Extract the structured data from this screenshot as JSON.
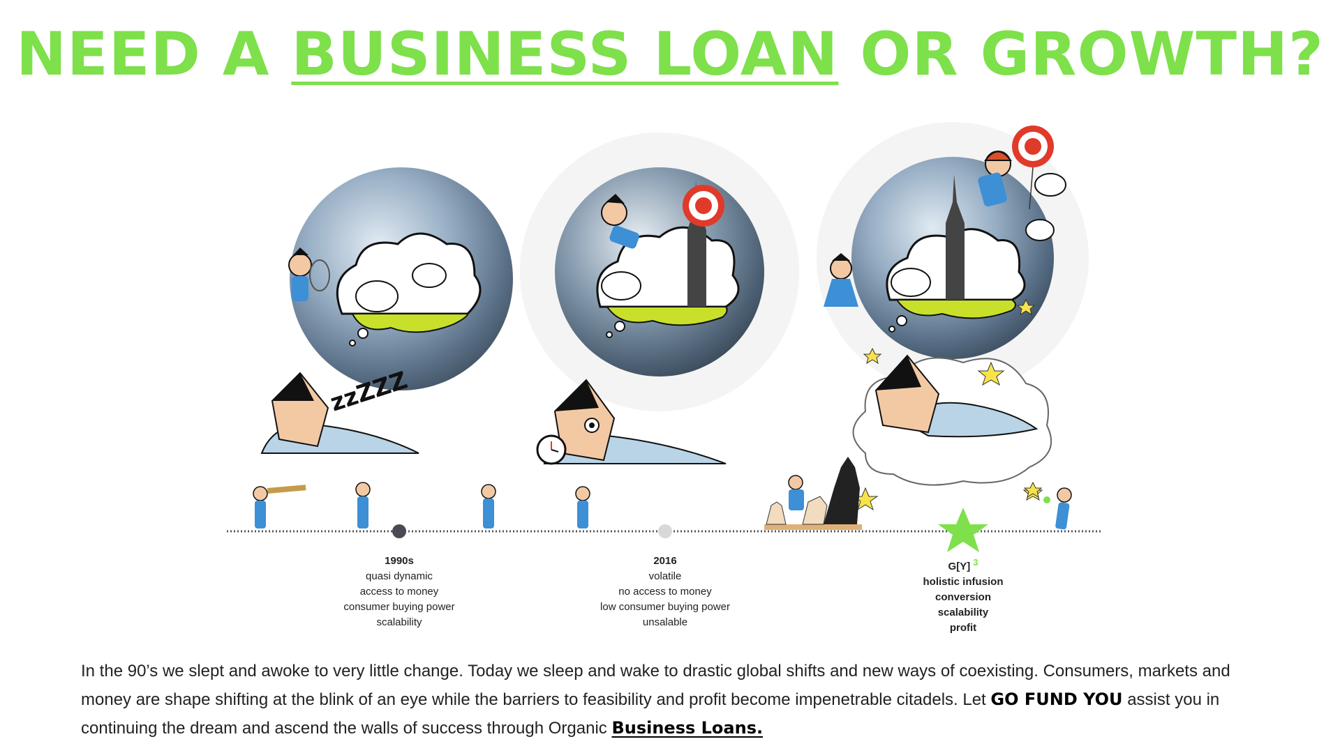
{
  "header": {
    "title_pre": "NEED A ",
    "title_link": "BUSINESS LOAN",
    "title_post": " OR GROWTH?"
  },
  "timeline": {
    "milestones": [
      {
        "year": "1990s",
        "lines": [
          "quasi dynamic",
          "access to money",
          "consumer buying power",
          "scalability"
        ]
      },
      {
        "year": "2016",
        "lines": [
          "volatile",
          "no access to money",
          "low consumer buying power",
          "unsalable"
        ]
      },
      {
        "year": "G[Y]",
        "superscript": "3",
        "lines": [
          "holistic infusion",
          "conversion",
          "scalability",
          "profit"
        ]
      }
    ],
    "sleep_text": "zzZZZ"
  },
  "description": {
    "text1": "In the 90’s we slept and awoke to very little change.  Today we sleep and wake to drastic global shifts and new ways of coexisting. Consumers, markets and money are shape shifting at the blink of an eye while the barriers to feasibility and profit become impenetrable citadels.  Let ",
    "brand": "GO FUND YOU",
    "text2": " assist you in continuing the dream and ascend the walls of success through Organic ",
    "link": "Business Loans."
  },
  "colors": {
    "accent_green": "#7ee04a",
    "timeline_dark": "#4a4a55",
    "timeline_light": "#d8d8d8",
    "suit_blue": "#3d8fd6",
    "cloud_ground": "#c8e02a"
  },
  "icons": [
    "globe-icon",
    "sleeping-man-icon",
    "cloud-dream-icon",
    "sheep-icon",
    "target-icon",
    "tower-icon",
    "alarm-clock-icon",
    "chess-pieces-icon",
    "telescope-man-icon",
    "star-icon",
    "clover-man-icon"
  ]
}
